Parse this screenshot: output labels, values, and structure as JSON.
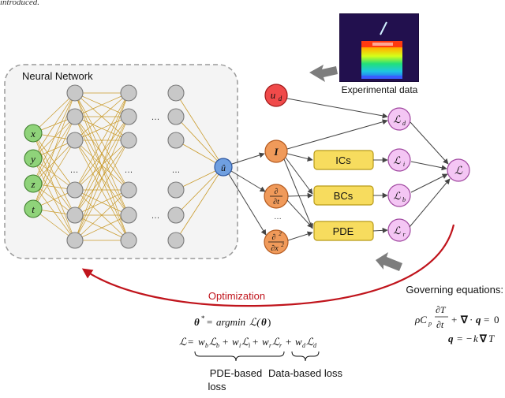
{
  "top_caption": "introduced.",
  "network": {
    "title": "Neural Network",
    "inputs": [
      "x",
      "y",
      "z",
      "t"
    ],
    "ellipsis": "…",
    "output": "û"
  },
  "experimental": {
    "label": "Experimental data",
    "node": "u",
    "node_sub": "d"
  },
  "operators": {
    "identity": "I",
    "dt_num": "∂",
    "dt_den": "∂t",
    "dxx_num": "∂",
    "dxx_num_sup": "2",
    "dxx_den": "∂x",
    "dxx_den_sup": "2",
    "dots": "…"
  },
  "conditions": {
    "ics": "ICs",
    "bcs": "BCs",
    "pde": "PDE"
  },
  "losses": {
    "symbol": "ℒ",
    "subs": [
      "d",
      "i",
      "b",
      "r"
    ]
  },
  "optimization": {
    "label": "Optimization",
    "theta_line": "θ* = argmin ℒ(θ)",
    "loss_line": "ℒ = w_bℒ_b + w_iℒ_i + w_rℒ_r + w_dℒ_d",
    "pde_loss_1": "PDE-based",
    "pde_loss_2": "loss",
    "data_loss": "Data-based loss"
  },
  "governing": {
    "title": "Governing equations:",
    "eq1": "ρC_p ∂T/∂t + ∇ · q = 0",
    "eq2": "q = −k∇T"
  },
  "colors": {
    "input_fill": "#8fd37a",
    "input_stroke": "#3f7f2d",
    "hidden_fill": "#c8c8c8",
    "hidden_stroke": "#7a7a7a",
    "output_fill": "#6f9fe0",
    "output_stroke": "#2b55a0",
    "data_fill": "#f04a4a",
    "data_stroke": "#a01818",
    "operator_fill": "#f09a5a",
    "operator_stroke": "#b45a1e",
    "box_fill": "#f7dc5e",
    "box_stroke": "#b89a18",
    "loss_fill": "#f4c6f4",
    "loss_stroke": "#a048a0",
    "connection": "#c99a2a",
    "arrow": "#444444",
    "optim": "#c0141c",
    "gray_arrow": "#7d7d7d"
  }
}
